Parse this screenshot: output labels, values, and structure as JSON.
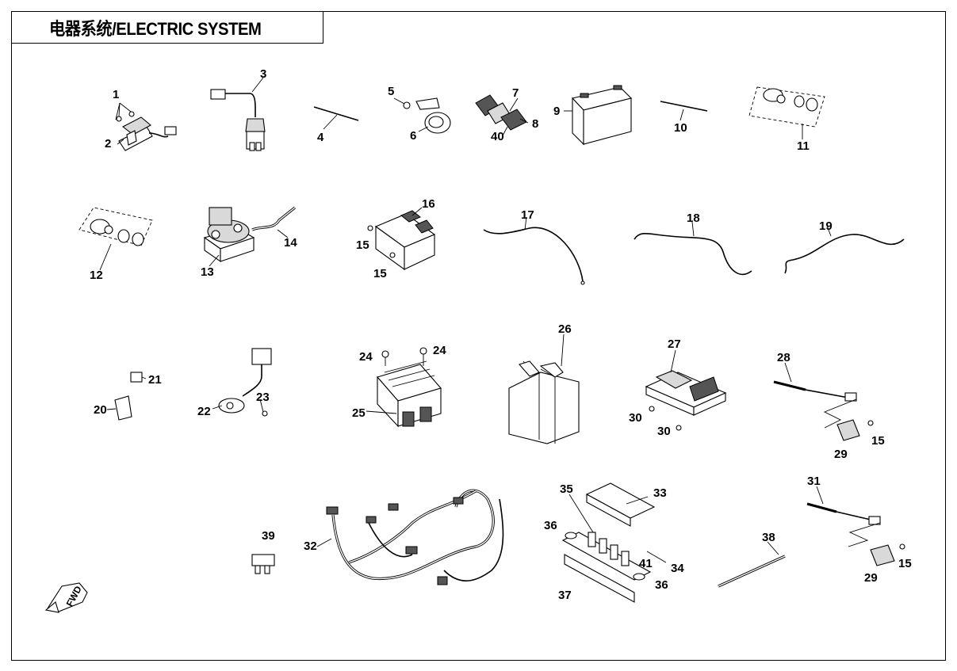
{
  "title": "电器系统/ELECTRIC SYSTEM",
  "fwd_label": "FWD",
  "callouts": [
    "1",
    "2",
    "3",
    "4",
    "5",
    "6",
    "7",
    "8",
    "40",
    "9",
    "10",
    "11",
    "12",
    "13",
    "14",
    "15",
    "16",
    "15",
    "17",
    "18",
    "19",
    "20",
    "21",
    "22",
    "23",
    "24",
    "24",
    "25",
    "26",
    "27",
    "30",
    "30",
    "28",
    "15",
    "29",
    "31",
    "15",
    "29",
    "39",
    "32",
    "33",
    "35",
    "36",
    "34",
    "41",
    "36",
    "37",
    "38"
  ]
}
